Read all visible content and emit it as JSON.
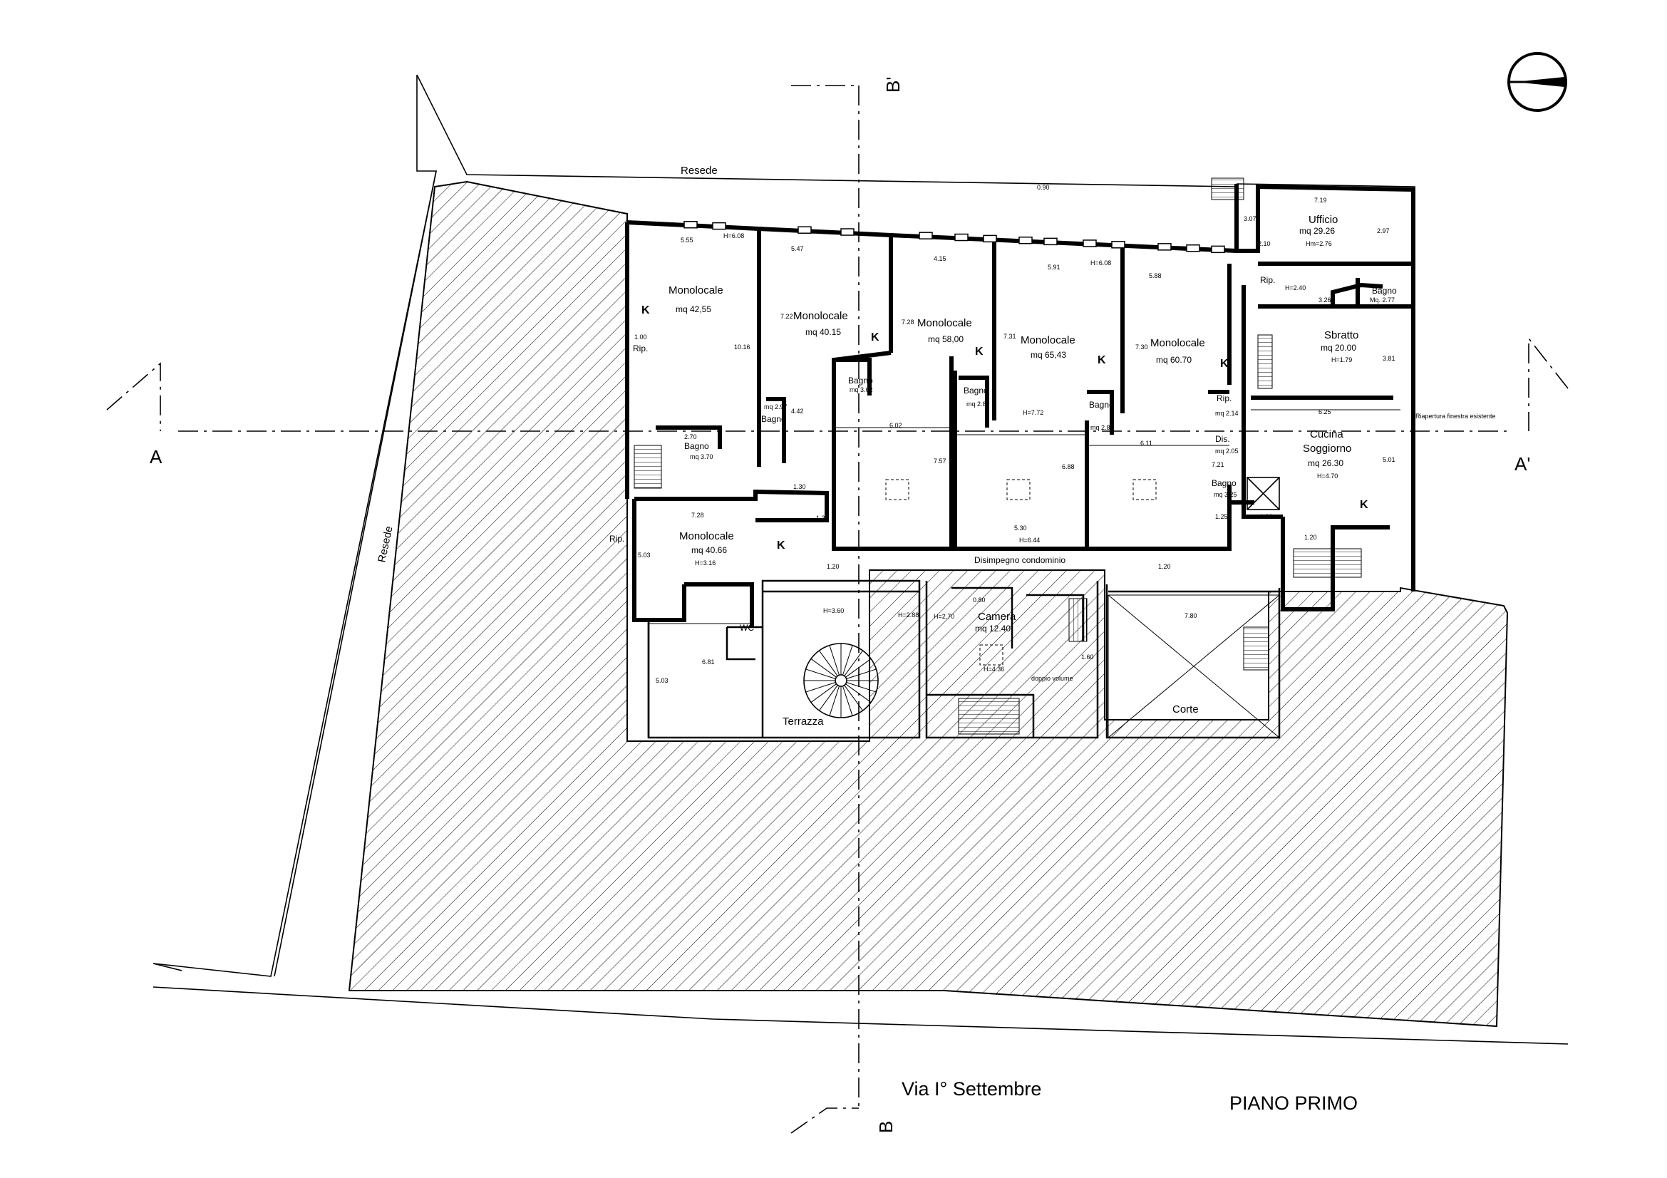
{
  "title": "PIANO PRIMO",
  "street": "Via I° Settembre",
  "external": {
    "resede_top": "Resede",
    "resede_left": "Resede"
  },
  "sections": {
    "a_left": "A",
    "a_right": "A'",
    "b_top": "B'",
    "b_bottom": "B"
  },
  "rooms": {
    "mono1": {
      "name": "Monolocale",
      "area": "mq 42,55",
      "height": "H=6.08"
    },
    "mono2": {
      "name": "Monolocale",
      "area": "mq 40.15"
    },
    "mono3": {
      "name": "Monolocale",
      "area": "mq 58,00"
    },
    "mono4": {
      "name": "Monolocale",
      "area": "mq 65,43",
      "height": "H=7.72"
    },
    "mono5": {
      "name": "Monolocale",
      "area": "mq 60.70"
    },
    "mono6": {
      "name": "Monolocale",
      "area": "mq 40.66",
      "height": "H=3.16"
    },
    "ufficio": {
      "name": "Ufficio",
      "area": "mq 29.26",
      "height": "Hm=2.76"
    },
    "sbratto": {
      "name": "Sbratto",
      "area": "mq 20.00",
      "height": "H=1.79"
    },
    "cucina": {
      "name": "Cucina",
      "name2": "Soggiorno",
      "area": "mq 26.30",
      "height": "H=4.70"
    },
    "camera": {
      "name": "Camera",
      "area": "mq 12.40",
      "height": "H=4.36"
    },
    "terrazza": "Terrazza",
    "corte": "Corte",
    "disimpegno": "Disimpegno condominio",
    "doppio_volume": "doppio volume",
    "riapertura": "Riapertura finestra esistente"
  },
  "small_rooms": {
    "bagno": "Bagno",
    "rip": "Rip.",
    "dis": "Dis.",
    "wc": "WC",
    "kitchen": "K"
  },
  "dimensions": {
    "d1": "5.55",
    "d2": "5.47",
    "d3": "4.15",
    "d4": "5.91",
    "d5": "5.88",
    "d6": "10.16",
    "d7": "7.22",
    "d8": "7.28",
    "d9": "7.31",
    "d10": "7.30",
    "d11": "4.42",
    "d12": "6.02",
    "d13": "7.57",
    "d14": "5.30",
    "d15": "6.88",
    "d16": "6.11",
    "d17": "7.21",
    "d18": "7.28",
    "d19": "5.03",
    "d20": "7.19",
    "d21": "2.97",
    "d22": "3.26",
    "d23": "6.25",
    "d24": "3.81",
    "d25": "5.01",
    "d26": "7.80",
    "d27": "6.81",
    "d28": "5.03",
    "d29": "H=6.08",
    "d30": "H=6.44",
    "d31": "H=2.40",
    "d32": "2.70",
    "d33": "2.10",
    "d34": "1.20",
    "d35": "1.30",
    "d36": "1.00",
    "d37": "1.20",
    "d38": "1.20",
    "d39": "1.20",
    "d40": "1.20",
    "d41": "mq 3.70",
    "d42": "mq 2.97",
    "d43": "mq 3.62",
    "d44": "mq 2.89",
    "d45": "mq 2.89",
    "d46": "mq 2.14",
    "d47": "mq 2.05",
    "d48": "mq 3.25",
    "d49": "Mq. 2.77",
    "d50": "0.90",
    "d51": "3.07",
    "d52": "1.60",
    "d53": "H=3.60",
    "d54": "H=2.88",
    "d55": "H=2.70",
    "d56": "1.25",
    "d57": "0.80"
  }
}
